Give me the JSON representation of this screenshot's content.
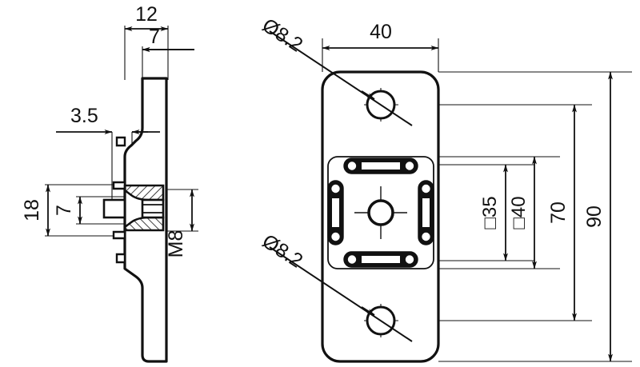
{
  "drawing": {
    "title": "Mounting plate technical drawing",
    "line_color": "#111111",
    "background_color": "#ffffff",
    "views": [
      {
        "name": "side-section-view",
        "position": "left"
      },
      {
        "name": "front-view",
        "position": "right"
      }
    ]
  },
  "dimensions": {
    "side_view": {
      "overall_thickness": "12",
      "flange_step": "7",
      "rib_thickness": "3.5",
      "boss_height": "18",
      "boss_inner": "7",
      "thread": "M8"
    },
    "front_view": {
      "hole_diameter_top": "Ø8.2",
      "hole_diameter_bottom": "Ø8.2",
      "width": "40",
      "inner_square_small": "□35",
      "inner_square_large": "□40",
      "hole_spacing": "70",
      "overall_height": "90"
    }
  },
  "labels": {
    "d12": "12",
    "d7": "7",
    "d35dec": "3.5",
    "d18": "18",
    "d7v": "7",
    "m8": "M8",
    "dia_top": "Ø8.2",
    "dia_bottom": "Ø8.2",
    "d40": "40",
    "sq35": "□35",
    "sq40": "□40",
    "d70": "70",
    "d90": "90"
  }
}
